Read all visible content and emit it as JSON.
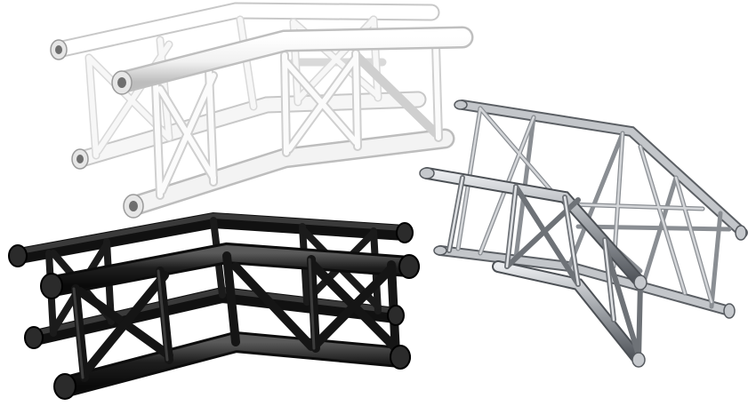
{
  "image": {
    "description_objects": [
      "white-truss-corner",
      "silver-truss-corner",
      "black-truss-corner"
    ],
    "colors": {
      "background": "#ffffff",
      "white_tube": "#f4f4f4",
      "white_shade": "#c9c9c9",
      "silver_tube": "#b9bcc0",
      "silver_dark": "#55595e",
      "black_tube": "#1c1c1c",
      "black_hi": "#4a4a4a"
    }
  }
}
